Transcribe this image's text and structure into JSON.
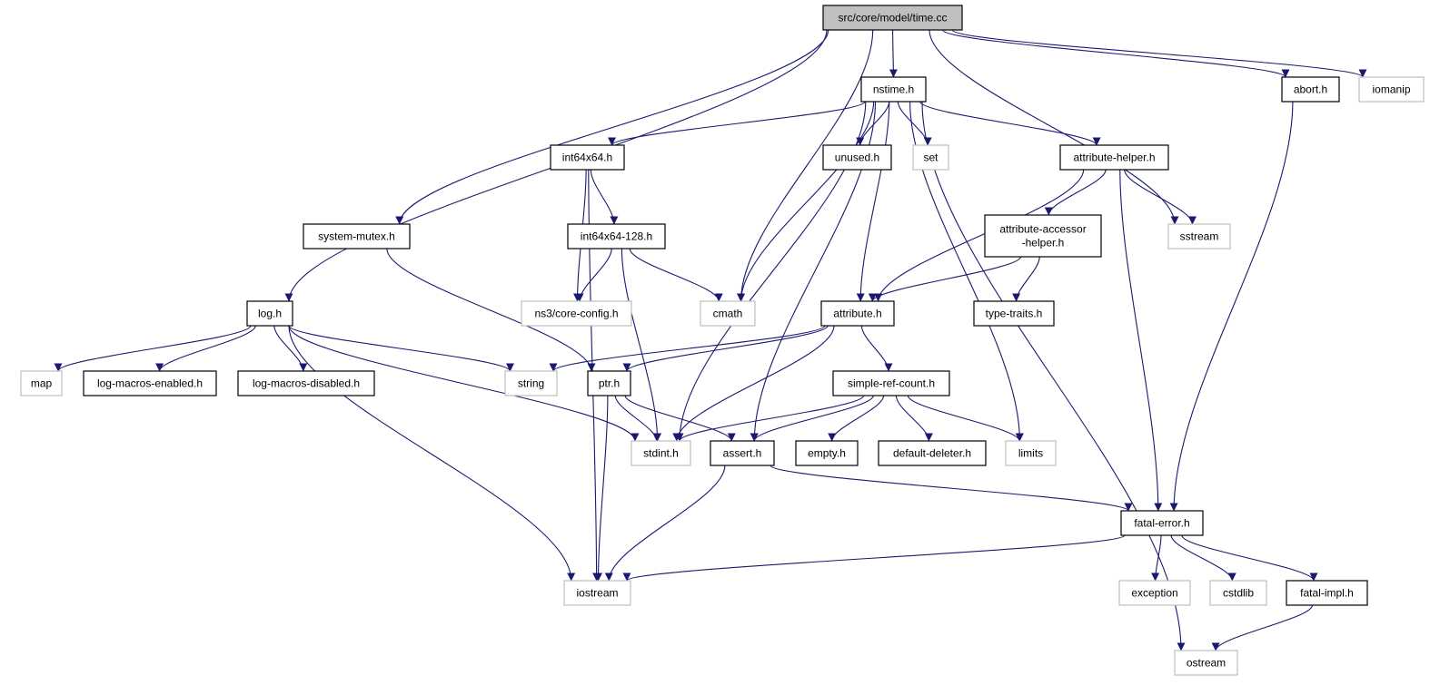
{
  "graph": {
    "nodes": [
      {
        "id": "time_cc",
        "lines": [
          "src/core/model/time.cc"
        ],
        "kind": "root"
      },
      {
        "id": "nstime_h",
        "lines": [
          "nstime.h"
        ],
        "kind": "local"
      },
      {
        "id": "abort_h",
        "lines": [
          "abort.h"
        ],
        "kind": "local"
      },
      {
        "id": "iomanip",
        "lines": [
          "iomanip"
        ],
        "kind": "system"
      },
      {
        "id": "int64x64_h",
        "lines": [
          "int64x64.h"
        ],
        "kind": "local"
      },
      {
        "id": "unused_h",
        "lines": [
          "unused.h"
        ],
        "kind": "local"
      },
      {
        "id": "set",
        "lines": [
          "set"
        ],
        "kind": "system"
      },
      {
        "id": "attribute_helper_h",
        "lines": [
          "attribute-helper.h"
        ],
        "kind": "local"
      },
      {
        "id": "system_mutex_h",
        "lines": [
          "system-mutex.h"
        ],
        "kind": "local"
      },
      {
        "id": "int64x64_128_h",
        "lines": [
          "int64x64-128.h"
        ],
        "kind": "local"
      },
      {
        "id": "attribute_accessor_helper_h",
        "lines": [
          "attribute-accessor",
          "-helper.h"
        ],
        "kind": "local"
      },
      {
        "id": "sstream",
        "lines": [
          "sstream"
        ],
        "kind": "system"
      },
      {
        "id": "log_h",
        "lines": [
          "log.h"
        ],
        "kind": "local"
      },
      {
        "id": "ns3_core_config_h",
        "lines": [
          "ns3/core-config.h"
        ],
        "kind": "system"
      },
      {
        "id": "cmath",
        "lines": [
          "cmath"
        ],
        "kind": "system"
      },
      {
        "id": "attribute_h",
        "lines": [
          "attribute.h"
        ],
        "kind": "local"
      },
      {
        "id": "type_traits_h",
        "lines": [
          "type-traits.h"
        ],
        "kind": "local"
      },
      {
        "id": "map",
        "lines": [
          "map"
        ],
        "kind": "system"
      },
      {
        "id": "log_macros_enabled_h",
        "lines": [
          "log-macros-enabled.h"
        ],
        "kind": "local"
      },
      {
        "id": "log_macros_disabled_h",
        "lines": [
          "log-macros-disabled.h"
        ],
        "kind": "local"
      },
      {
        "id": "string",
        "lines": [
          "string"
        ],
        "kind": "system"
      },
      {
        "id": "ptr_h",
        "lines": [
          "ptr.h"
        ],
        "kind": "local"
      },
      {
        "id": "simple_ref_count_h",
        "lines": [
          "simple-ref-count.h"
        ],
        "kind": "local"
      },
      {
        "id": "stdint_h",
        "lines": [
          "stdint.h"
        ],
        "kind": "system"
      },
      {
        "id": "assert_h",
        "lines": [
          "assert.h"
        ],
        "kind": "local"
      },
      {
        "id": "empty_h",
        "lines": [
          "empty.h"
        ],
        "kind": "local"
      },
      {
        "id": "default_deleter_h",
        "lines": [
          "default-deleter.h"
        ],
        "kind": "local"
      },
      {
        "id": "limits",
        "lines": [
          "limits"
        ],
        "kind": "system"
      },
      {
        "id": "fatal_error_h",
        "lines": [
          "fatal-error.h"
        ],
        "kind": "local"
      },
      {
        "id": "iostream",
        "lines": [
          "iostream"
        ],
        "kind": "system"
      },
      {
        "id": "exception",
        "lines": [
          "exception"
        ],
        "kind": "system"
      },
      {
        "id": "cstdlib",
        "lines": [
          "cstdlib"
        ],
        "kind": "system"
      },
      {
        "id": "fatal_impl_h",
        "lines": [
          "fatal-impl.h"
        ],
        "kind": "local"
      },
      {
        "id": "ostream",
        "lines": [
          "ostream"
        ],
        "kind": "system"
      }
    ],
    "edges": [
      [
        "time_cc",
        "nstime_h"
      ],
      [
        "time_cc",
        "abort_h"
      ],
      [
        "time_cc",
        "iomanip"
      ],
      [
        "time_cc",
        "system_mutex_h"
      ],
      [
        "time_cc",
        "log_h"
      ],
      [
        "time_cc",
        "cmath"
      ],
      [
        "time_cc",
        "sstream"
      ],
      [
        "nstime_h",
        "int64x64_h"
      ],
      [
        "nstime_h",
        "unused_h"
      ],
      [
        "nstime_h",
        "set"
      ],
      [
        "nstime_h",
        "attribute_helper_h"
      ],
      [
        "nstime_h",
        "cmath"
      ],
      [
        "nstime_h",
        "attribute_h"
      ],
      [
        "nstime_h",
        "stdint_h"
      ],
      [
        "nstime_h",
        "assert_h"
      ],
      [
        "nstime_h",
        "ostream"
      ],
      [
        "nstime_h",
        "limits"
      ],
      [
        "abort_h",
        "fatal_error_h"
      ],
      [
        "int64x64_h",
        "int64x64_128_h"
      ],
      [
        "int64x64_h",
        "ns3_core_config_h"
      ],
      [
        "int64x64_h",
        "iostream"
      ],
      [
        "int64x64_128_h",
        "ns3_core_config_h"
      ],
      [
        "int64x64_128_h",
        "cmath"
      ],
      [
        "int64x64_128_h",
        "stdint_h"
      ],
      [
        "attribute_helper_h",
        "attribute_accessor_helper_h"
      ],
      [
        "attribute_helper_h",
        "sstream"
      ],
      [
        "attribute_helper_h",
        "attribute_h"
      ],
      [
        "attribute_helper_h",
        "fatal_error_h"
      ],
      [
        "attribute_accessor_helper_h",
        "attribute_h"
      ],
      [
        "attribute_accessor_helper_h",
        "type_traits_h"
      ],
      [
        "system_mutex_h",
        "ptr_h"
      ],
      [
        "log_h",
        "map"
      ],
      [
        "log_h",
        "log_macros_enabled_h"
      ],
      [
        "log_h",
        "log_macros_disabled_h"
      ],
      [
        "log_h",
        "string"
      ],
      [
        "log_h",
        "stdint_h"
      ],
      [
        "log_h",
        "iostream"
      ],
      [
        "attribute_h",
        "string"
      ],
      [
        "attribute_h",
        "ptr_h"
      ],
      [
        "attribute_h",
        "simple_ref_count_h"
      ],
      [
        "attribute_h",
        "stdint_h"
      ],
      [
        "ptr_h",
        "stdint_h"
      ],
      [
        "ptr_h",
        "assert_h"
      ],
      [
        "ptr_h",
        "iostream"
      ],
      [
        "simple_ref_count_h",
        "stdint_h"
      ],
      [
        "simple_ref_count_h",
        "assert_h"
      ],
      [
        "simple_ref_count_h",
        "empty_h"
      ],
      [
        "simple_ref_count_h",
        "default_deleter_h"
      ],
      [
        "simple_ref_count_h",
        "limits"
      ],
      [
        "assert_h",
        "fatal_error_h"
      ],
      [
        "assert_h",
        "iostream"
      ],
      [
        "fatal_error_h",
        "iostream"
      ],
      [
        "fatal_error_h",
        "exception"
      ],
      [
        "fatal_error_h",
        "cstdlib"
      ],
      [
        "fatal_error_h",
        "fatal_impl_h"
      ],
      [
        "fatal_impl_h",
        "ostream"
      ]
    ]
  },
  "colors": {
    "edge": "#191970",
    "root_fill": "#bfbfbf",
    "local_border": "#000000",
    "system_border": "#bfbfbf"
  }
}
